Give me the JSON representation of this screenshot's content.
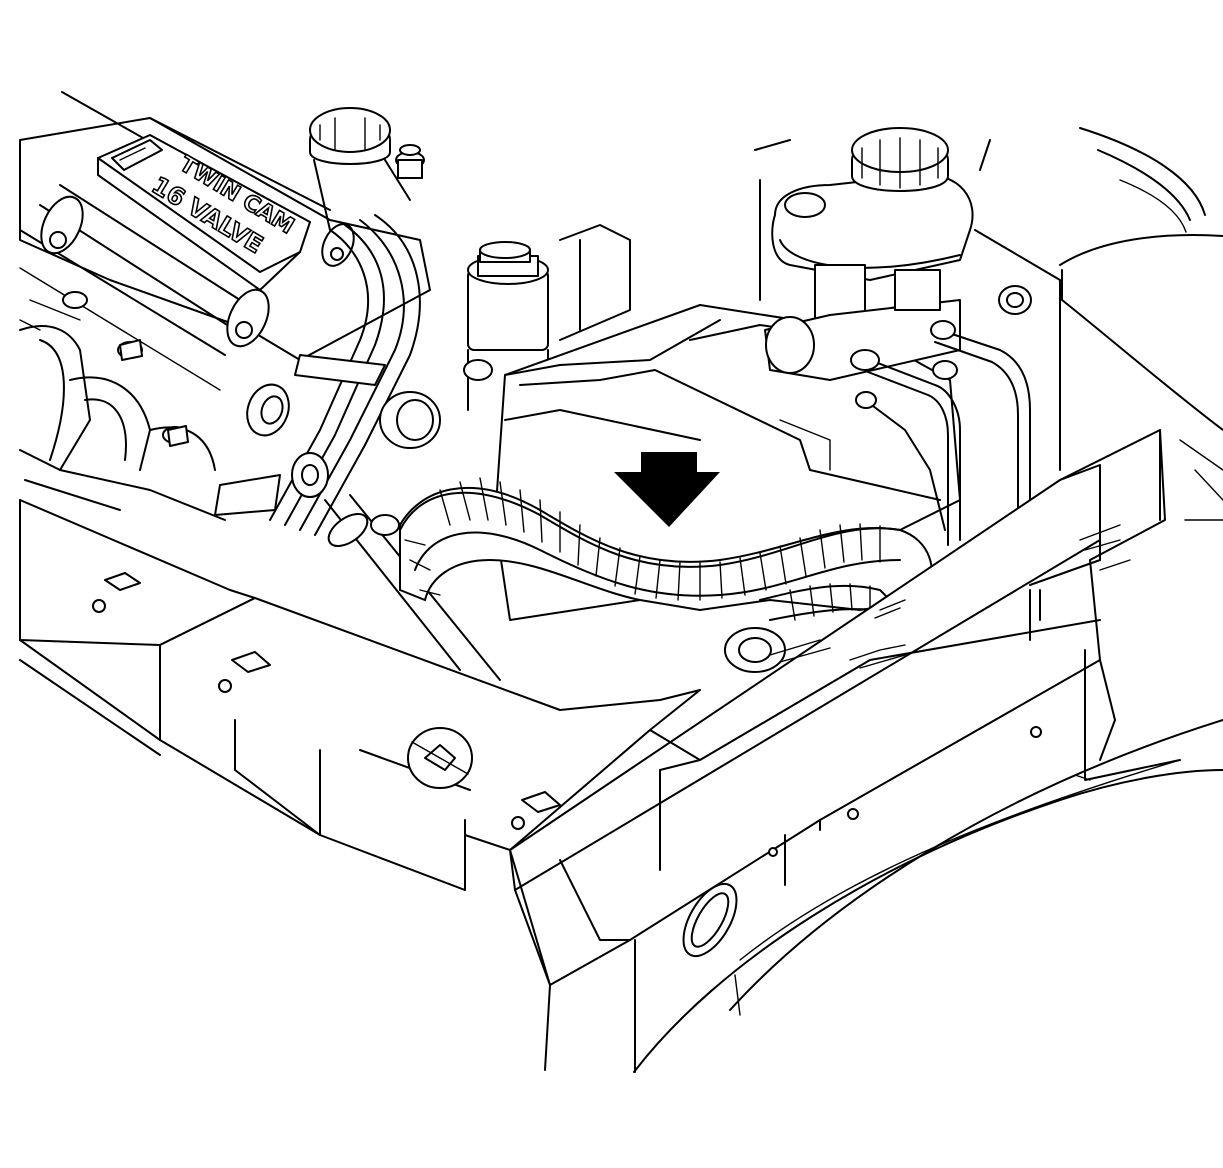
{
  "figure": {
    "engine_cover_text_line1": "TWIN CAM",
    "engine_cover_text_line2": "16 VALVE"
  },
  "colors": {
    "ink": "#000000",
    "paper": "#ffffff"
  },
  "callouts": [
    {
      "name": "arrow-down-icon",
      "points_to": "wiring harness"
    }
  ]
}
